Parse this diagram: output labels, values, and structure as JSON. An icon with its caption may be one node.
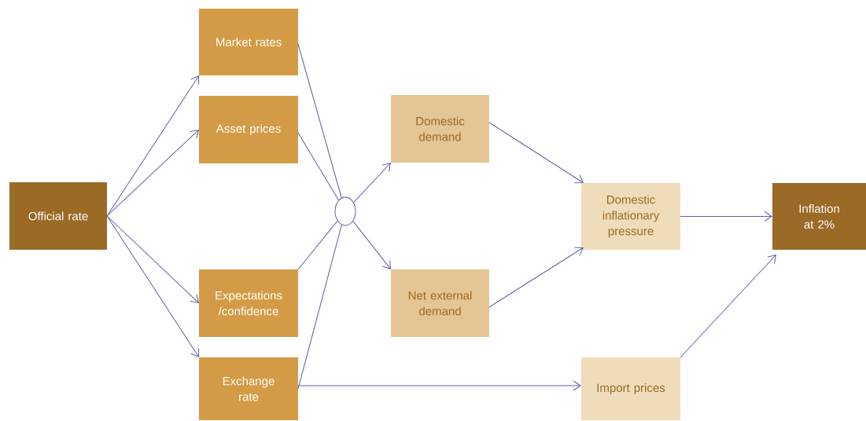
{
  "diagram": {
    "nodes": [
      {
        "text": [
          "Official rate"
        ]
      },
      {
        "text": [
          "Market rates"
        ]
      },
      {
        "text": [
          "Asset prices"
        ]
      },
      {
        "text": [
          "Expectations /confidence"
        ]
      },
      {
        "text": [
          "Exchange rate"
        ]
      },
      {
        "text": [],
        "shape": "circle"
      },
      {
        "text": [
          "Domestic demand"
        ]
      },
      {
        "text": [
          "Net external demand"
        ]
      },
      {
        "text": [
          "Domestic inflationary pressure"
        ]
      },
      {
        "text": [
          "Inflation at 2%"
        ]
      },
      {
        "text": [
          "Import prices"
        ]
      }
    ],
    "edges": [
      {
        "from": 0,
        "to": 1,
        "arrow": "to"
      },
      {
        "from": 0,
        "to": 2,
        "arrow": "to"
      },
      {
        "from": 0,
        "to": 3,
        "arrow": "to"
      },
      {
        "from": 0,
        "to": 4,
        "arrow": "to"
      },
      {
        "from": 1,
        "to": 5,
        "arrow": "none"
      },
      {
        "from": 2,
        "to": 5,
        "arrow": "none"
      },
      {
        "from": 3,
        "to": 5,
        "arrow": "none"
      },
      {
        "from": 4,
        "to": 5,
        "arrow": "none"
      },
      {
        "from": 5,
        "to": 6,
        "arrow": "to"
      },
      {
        "from": 5,
        "to": 7,
        "arrow": "to"
      },
      {
        "from": 6,
        "to": 8,
        "arrow": "to"
      },
      {
        "from": 7,
        "to": 8,
        "arrow": "to"
      },
      {
        "from": 8,
        "to": 9,
        "arrow": "to"
      },
      {
        "from": 4,
        "to": 10,
        "arrow": "to"
      },
      {
        "from": 10,
        "to": 9,
        "arrow": "to"
      }
    ]
  }
}
